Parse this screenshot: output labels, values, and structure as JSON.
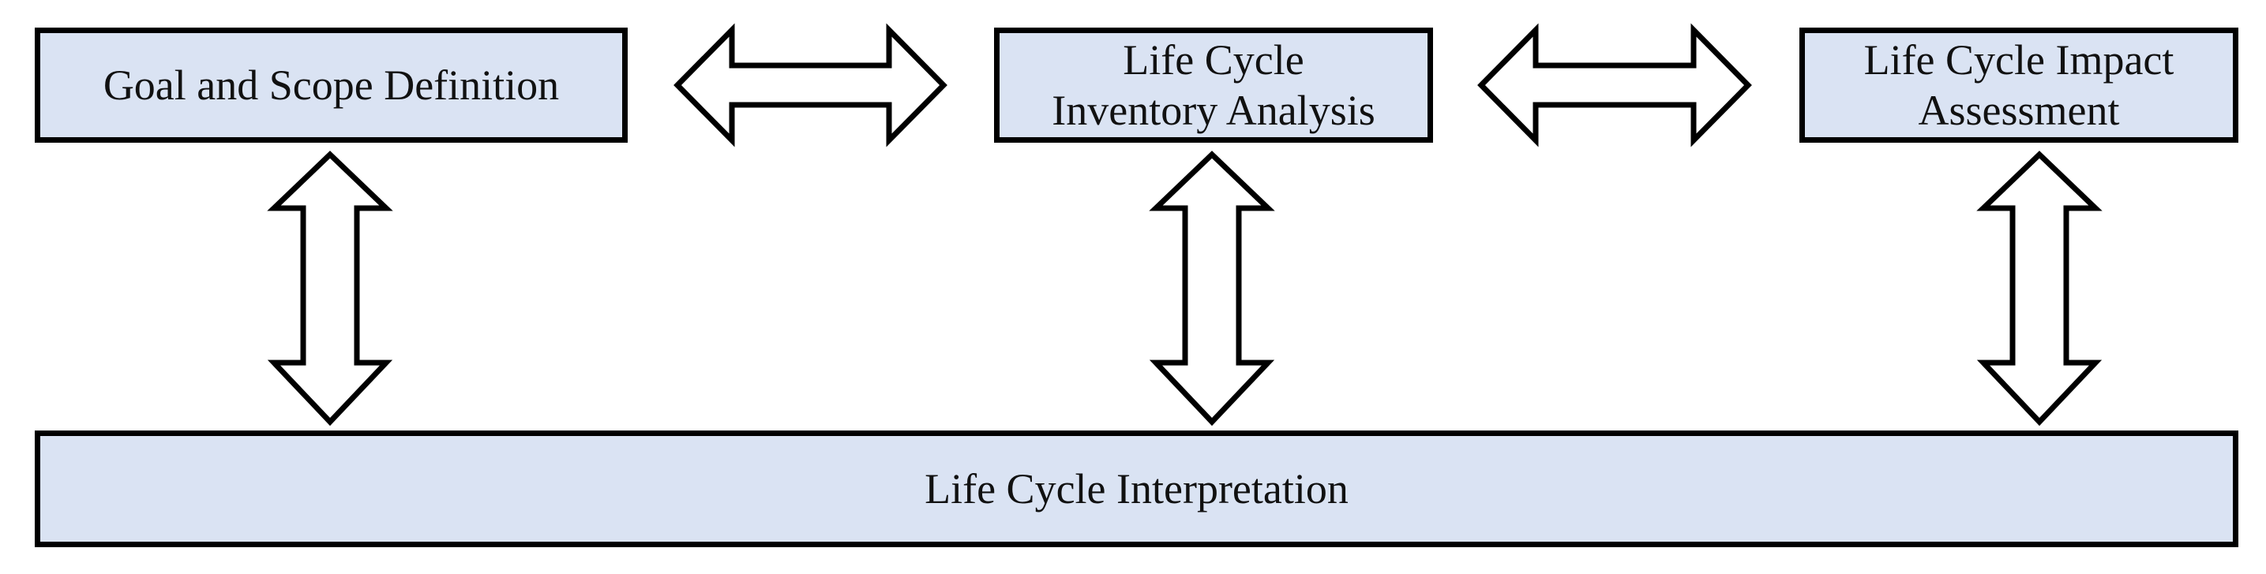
{
  "colors": {
    "box_fill": "#dae3f3",
    "stroke": "#000000",
    "arrow_fill": "#ffffff"
  },
  "boxes": {
    "goal": "Goal and Scope Definition",
    "inventory": "Life Cycle\nInventory Analysis",
    "impact": "Life Cycle Impact\nAssessment",
    "interpretation": "Life Cycle Interpretation"
  },
  "arrows": [
    {
      "name": "goal-inventory-double-arrow",
      "direction": "horizontal"
    },
    {
      "name": "inventory-impact-double-arrow",
      "direction": "horizontal"
    },
    {
      "name": "goal-interpretation-double-arrow",
      "direction": "vertical"
    },
    {
      "name": "inventory-interpretation-double-arrow",
      "direction": "vertical"
    },
    {
      "name": "impact-interpretation-double-arrow",
      "direction": "vertical"
    }
  ]
}
